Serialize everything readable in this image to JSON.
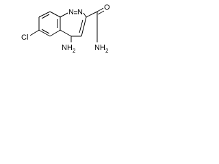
{
  "molecule": {
    "atoms": {
      "n1": "N",
      "n2": "N",
      "cl": "Cl",
      "amine_n": "N",
      "amine_h": "H",
      "amine_sub": "2",
      "amide_o": "O",
      "amide_n": "N",
      "amide_h": "H",
      "amide_sub": "2"
    }
  }
}
